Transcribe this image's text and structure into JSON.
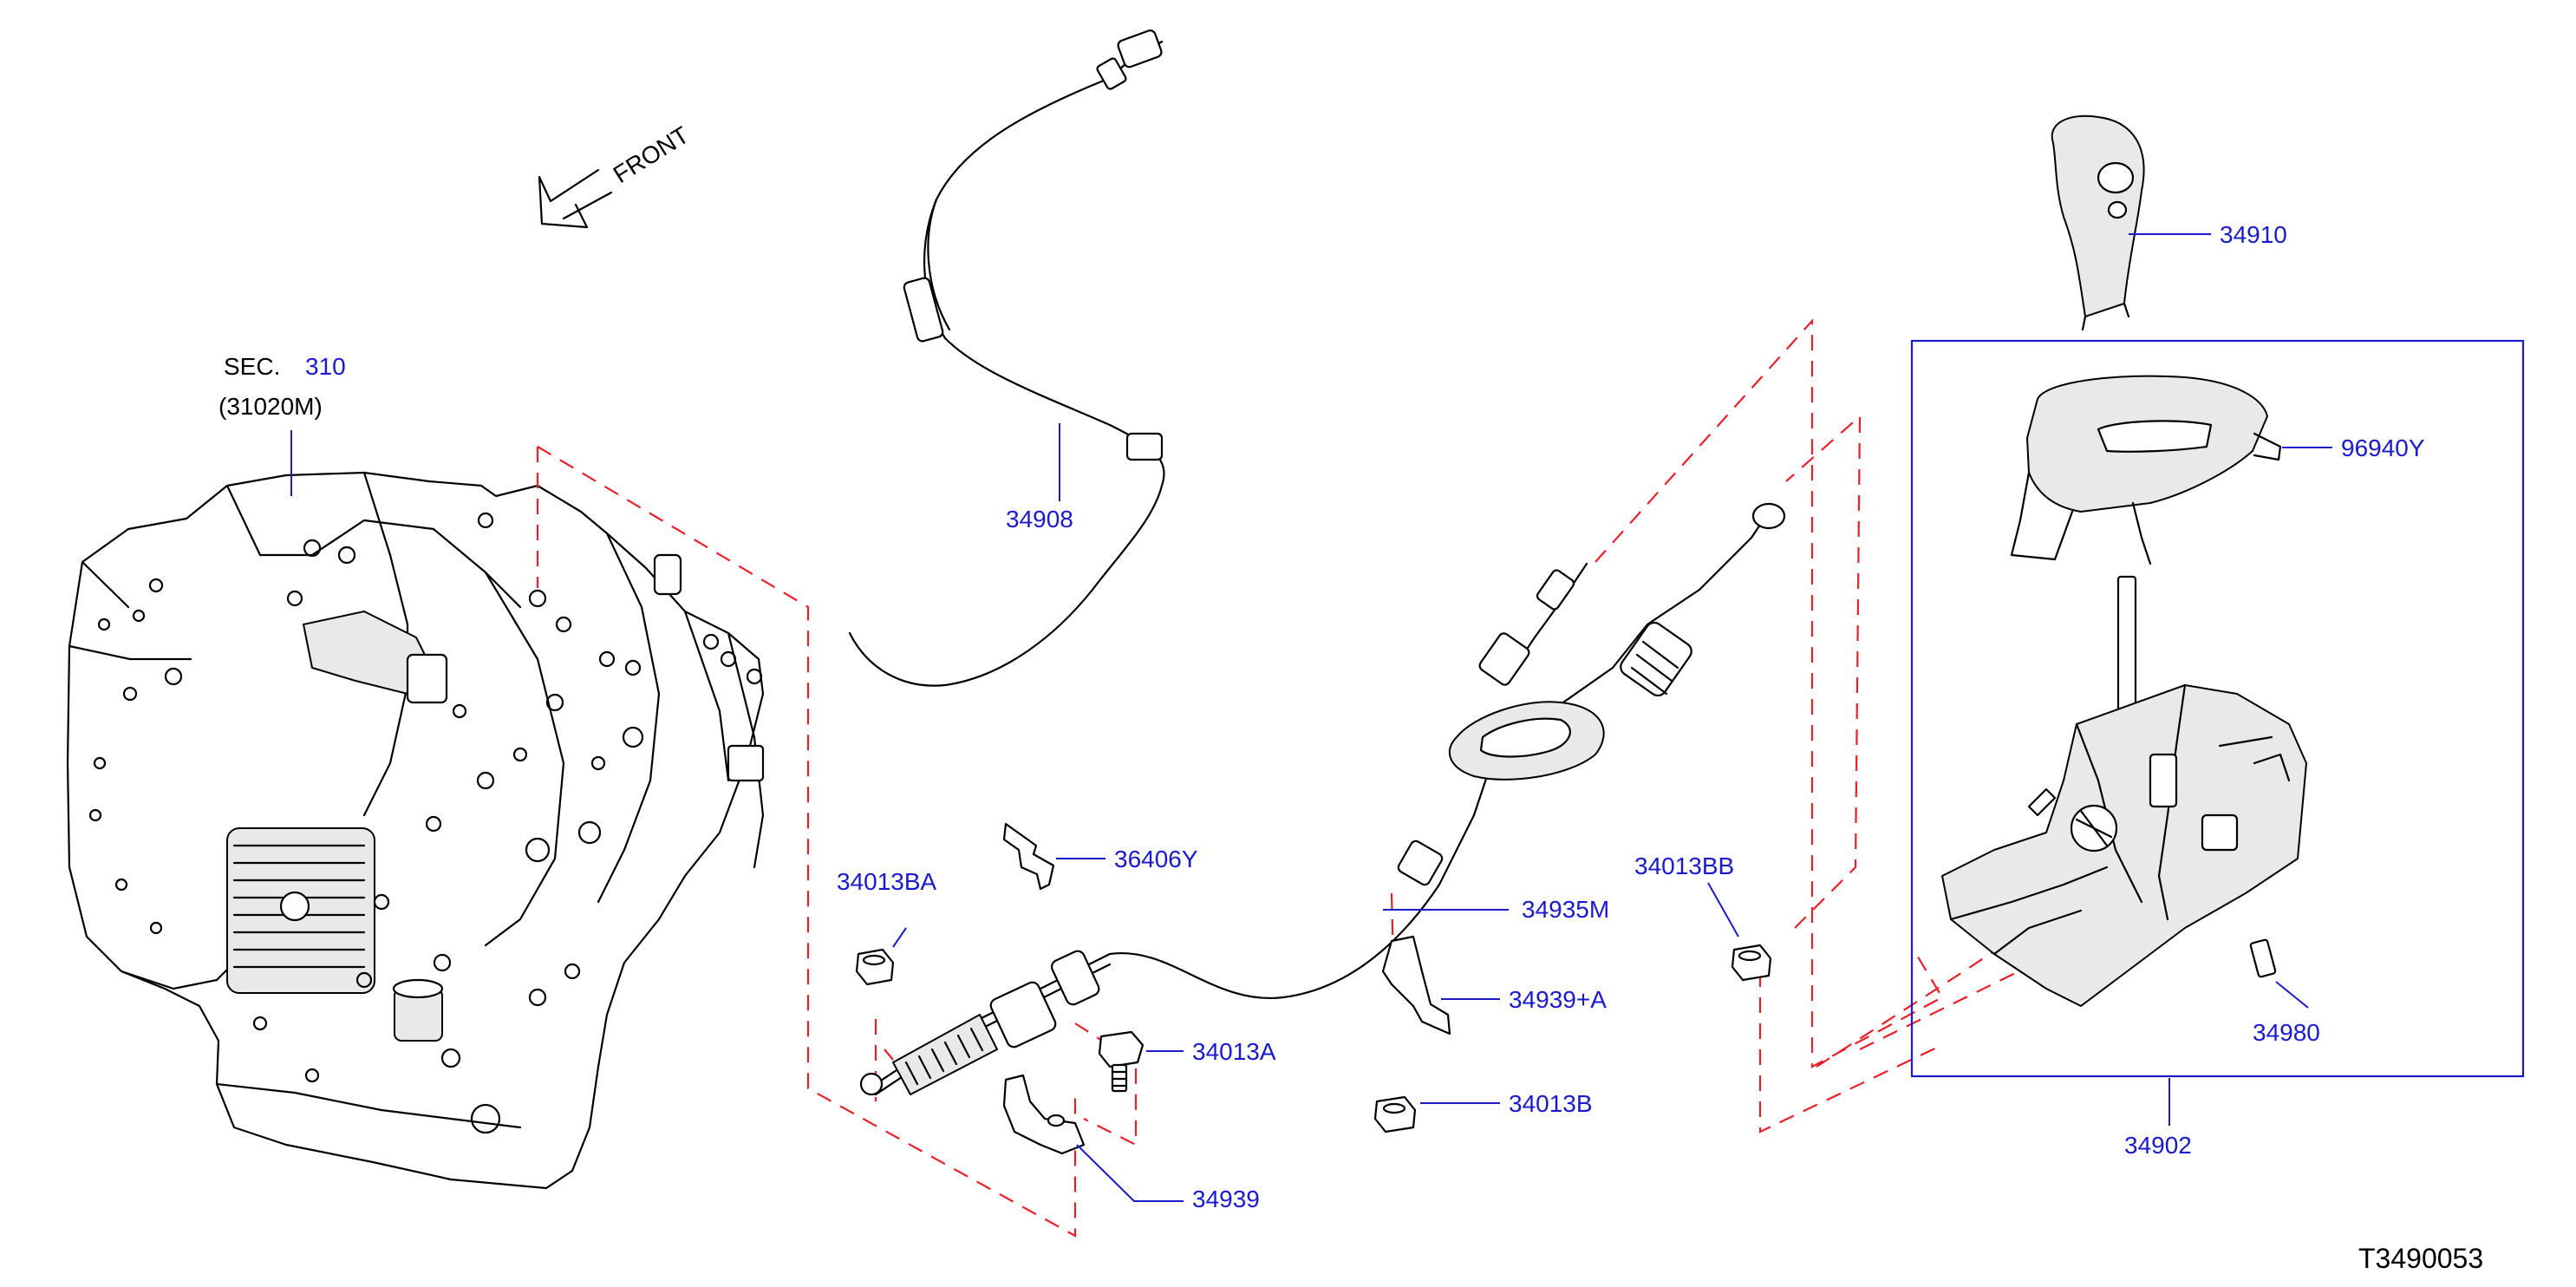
{
  "diagram_id": "T3490053",
  "front_label": "FRONT",
  "section": {
    "prefix": "SEC.",
    "number": "310",
    "code": "(31020M)"
  },
  "parts": [
    {
      "id": "34908"
    },
    {
      "id": "34910"
    },
    {
      "id": "96940Y"
    },
    {
      "id": "36406Y"
    },
    {
      "id": "34013BA"
    },
    {
      "id": "34935M"
    },
    {
      "id": "34013BB"
    },
    {
      "id": "34939+A"
    },
    {
      "id": "34013A"
    },
    {
      "id": "34013B"
    },
    {
      "id": "34939"
    },
    {
      "id": "34980"
    },
    {
      "id": "34902"
    }
  ],
  "colors": {
    "callout": "#1a1acc",
    "guide": "#e8202a",
    "drawing": "#000000"
  }
}
